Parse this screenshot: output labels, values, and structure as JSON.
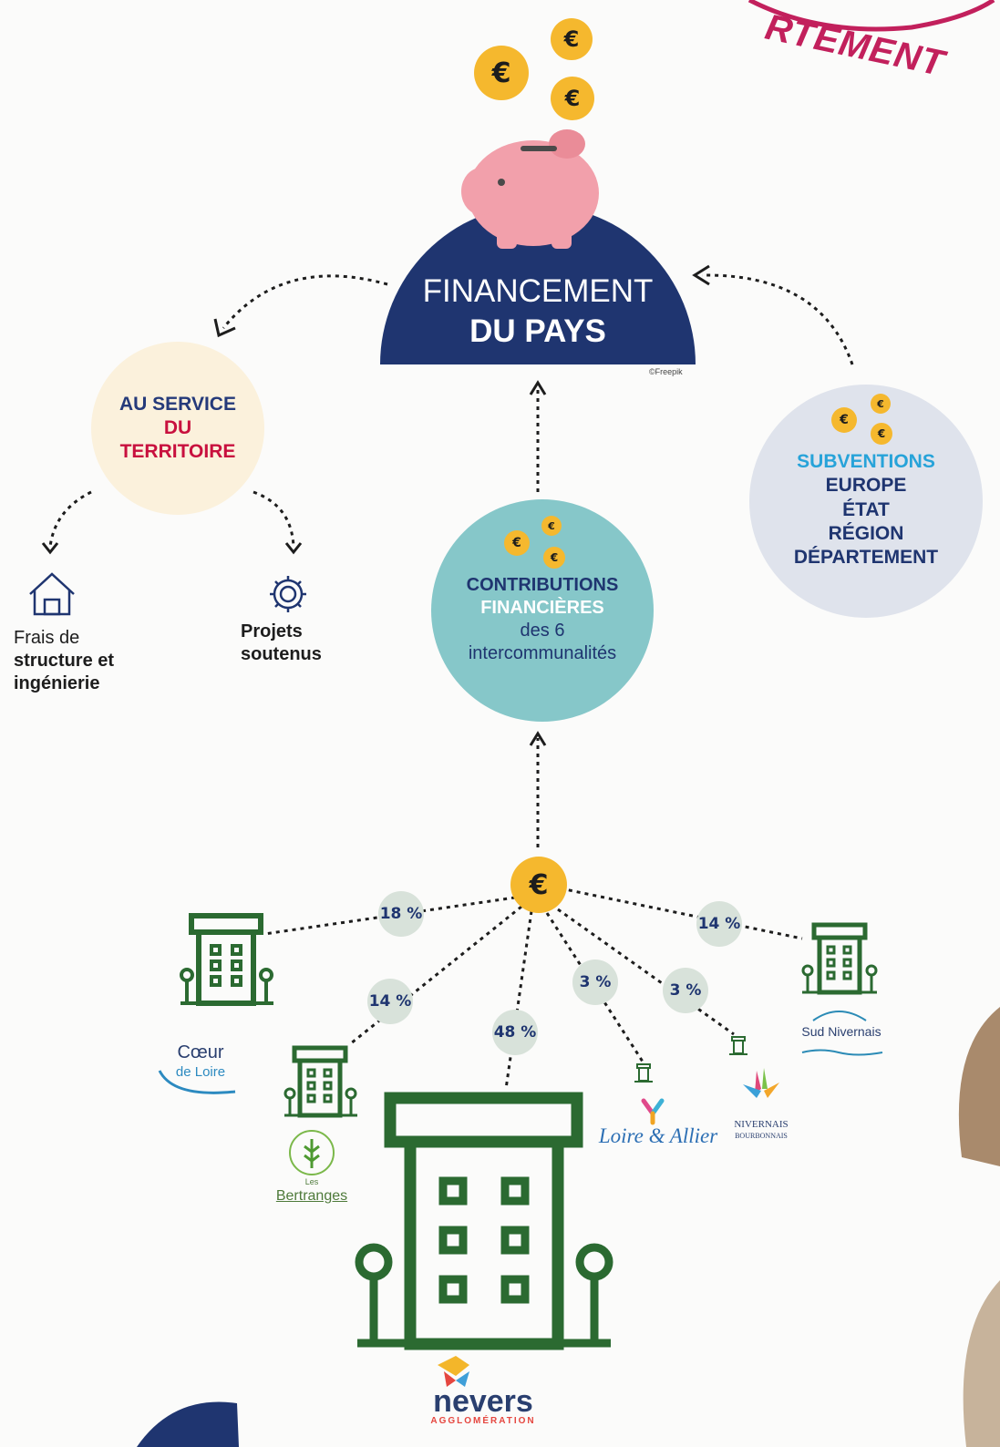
{
  "stamp": {
    "text": "RTEMENT"
  },
  "top": {
    "coins": [
      "€",
      "€",
      "€"
    ],
    "title_line1": "FINANCEMENT",
    "title_line2": "DU PAYS",
    "credit": "©Freepik"
  },
  "service": {
    "line1": "AU SERVICE",
    "line2": "DU",
    "line3": "TERRITOIRE"
  },
  "frais": {
    "line1": "Frais de",
    "line2": "structure et",
    "line3": "ingénierie"
  },
  "projets": {
    "line1": "Projets",
    "line2": "soutenus"
  },
  "contributions": {
    "coins": [
      "€",
      "€",
      "€"
    ],
    "line1": "CONTRIBUTIONS",
    "line2": "FINANCIÈRES",
    "line3": "des 6",
    "line4": "intercommunalités"
  },
  "subventions": {
    "coins": [
      "€",
      "€",
      "€"
    ],
    "line1": "SUBVENTIONS",
    "line2": "EUROPE",
    "line3": "ÉTAT",
    "line4": "RÉGION",
    "line5": "DÉPARTEMENT"
  },
  "hub": {
    "coin": "€"
  },
  "shares": [
    {
      "name": "Cœur de Loire",
      "percent": "18 %"
    },
    {
      "name": "Les Bertranges",
      "percent": "14 %"
    },
    {
      "name": "Nevers Agglomération",
      "percent": "48 %"
    },
    {
      "name": "Loire & Allier",
      "percent": "3 %"
    },
    {
      "name": "Nivernais Bourbonnais",
      "percent": "3 %"
    },
    {
      "name": "Sud Nivernais",
      "percent": "14 %"
    }
  ],
  "logos": {
    "coeur_line1": "Cœur",
    "coeur_line2": "de Loire",
    "bertranges_line1": "Les",
    "bertranges_line2": "Bertranges",
    "loire_allier": "Loire & Allier",
    "nivernais_line1": "NIVERNAIS",
    "nivernais_line2": "BOURBONNAIS",
    "sud_nivernais": "Sud Nivernais",
    "nevers_line1": "nevers",
    "nevers_line2": "AGGLOMÉRATION"
  },
  "colors": {
    "navy": "#1f3570",
    "red": "#c8103e",
    "teal": "#86c7c9",
    "cream": "#fbf1dc",
    "grey_blue": "#dfe3ec",
    "coin": "#f5b82e",
    "building_green": "#2b6a31",
    "pig_pink": "#f2a0ab",
    "stamp": "#c2205c"
  }
}
